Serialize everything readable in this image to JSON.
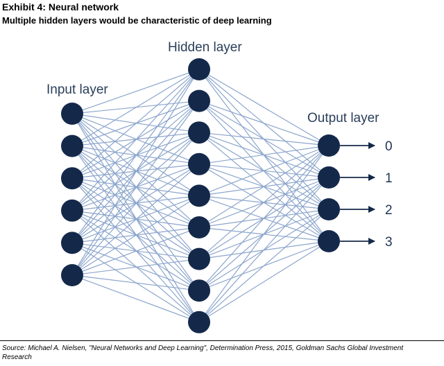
{
  "header": {
    "title": "Exhibit 4: Neural network",
    "subtitle": "Multiple hidden layers would be characteristic of deep learning"
  },
  "diagram": {
    "layers": {
      "input": {
        "label": "Input layer",
        "nodes": 6
      },
      "hidden": {
        "label": "Hidden layer",
        "nodes": 9
      },
      "output": {
        "label": "Output layer",
        "nodes": 4,
        "outputs": [
          "0",
          "1",
          "2",
          "3"
        ]
      }
    },
    "colors": {
      "node": "#14294a",
      "edge": "#8ba5cc",
      "arrow": "#14294a"
    }
  },
  "footer": {
    "source": "Source: Michael A. Nielsen, \"Neural Networks and Deep Learning\", Determination Press, 2015, Goldman Sachs Global Investment Research"
  }
}
